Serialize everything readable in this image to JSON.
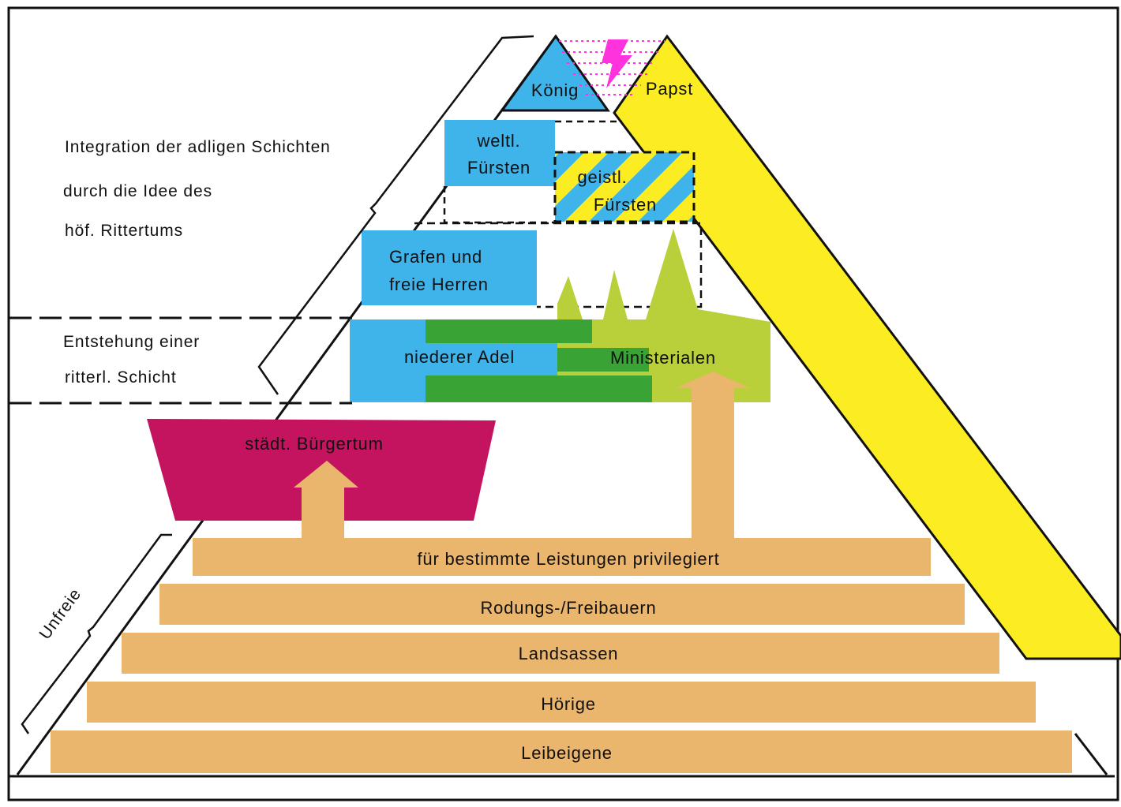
{
  "annotations": {
    "integration_line1": "Integration der adligen Schichten",
    "integration_line2": "durch die Idee des",
    "integration_line3": "höf. Rittertums",
    "knight_line1": "Entstehung einer",
    "knight_line2": "ritterl. Schicht",
    "unfree": "Unfreie"
  },
  "top": {
    "king": "König",
    "pope": "Papst"
  },
  "princes": {
    "secular_line1": "weltl.",
    "secular_line2": "Fürsten",
    "spiritual_line1": "geistl.",
    "spiritual_line2": "Fürsten"
  },
  "counts": {
    "line1": "Grafen und",
    "line2": "freie Herren"
  },
  "lower_nobility": {
    "niederer_adel": "niederer Adel",
    "ministerialen": "Ministerialen"
  },
  "burghers": "städt. Bürgertum",
  "base_layers": {
    "privileged": "für bestimmte Leistungen privilegiert",
    "rodung": "Rodungs-/Freibauern",
    "landsassen": "Landsassen",
    "hoerige": "Hörige",
    "leibeigene": "Leibeigene"
  },
  "colors": {
    "blue": "#3fb4ea",
    "yellow": "#fbed21",
    "green": "#3aa335",
    "lime": "#b9d03a",
    "tan": "#eab56d",
    "magenta": "#c4135f",
    "pink": "#ff33dd"
  }
}
